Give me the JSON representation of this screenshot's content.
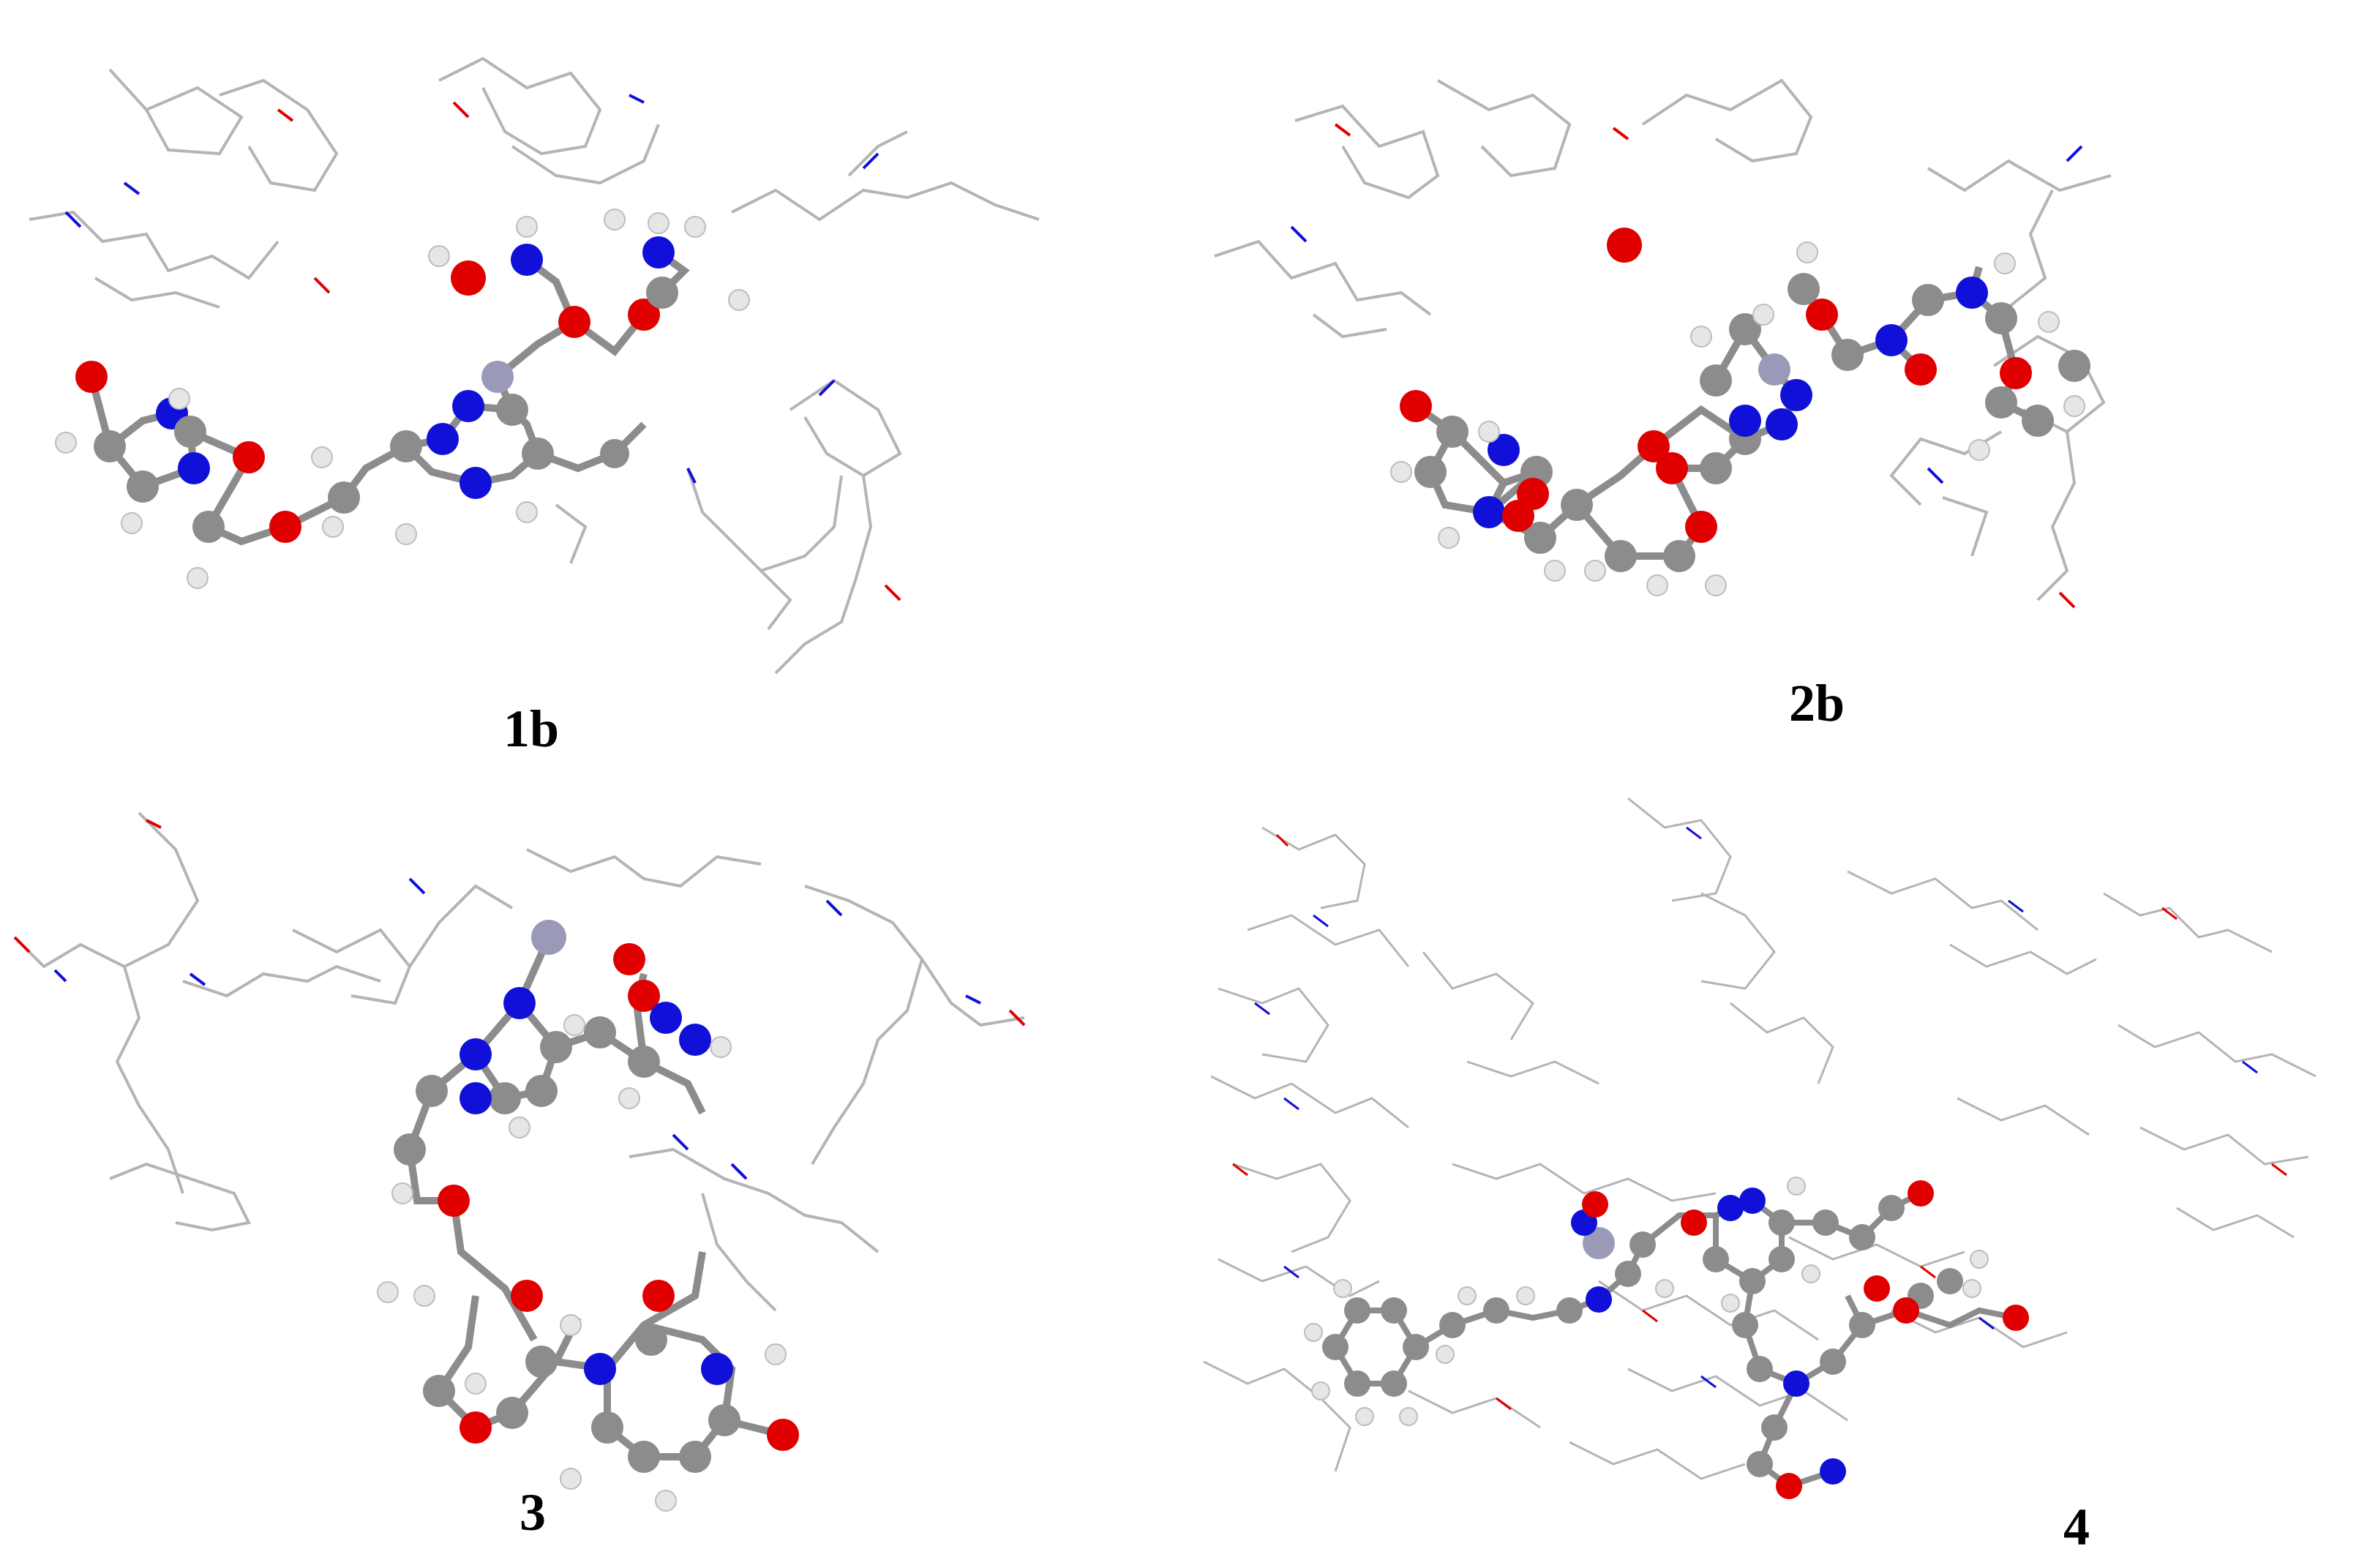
{
  "panels": [
    {
      "id": "1b",
      "label": "1b"
    },
    {
      "id": "2b",
      "label": "2b"
    },
    {
      "id": "3",
      "label": "3"
    },
    {
      "id": "4",
      "label": "4"
    }
  ],
  "atom_colors": {
    "carbon": "#8c8c8c",
    "hydrogen": "#e6e6e6",
    "oxygen": "#e00000",
    "nitrogen": "#1010d8",
    "zinc": "#9a9ab8",
    "wire": "#b4b4b4"
  }
}
